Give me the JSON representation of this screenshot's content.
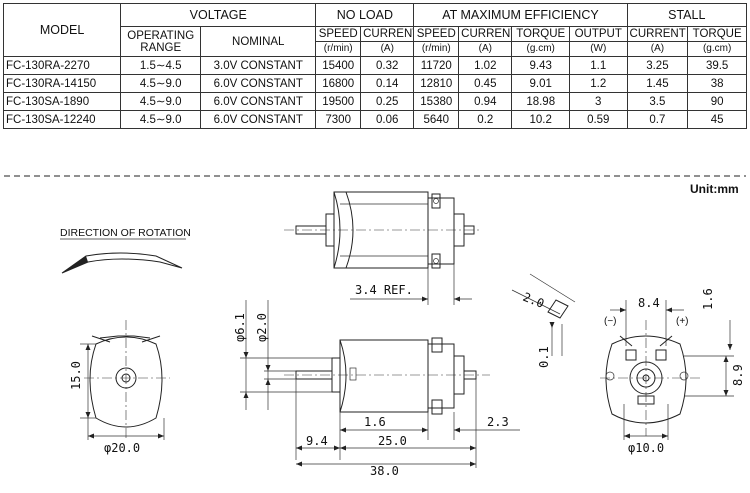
{
  "table": {
    "model_header": "MODEL",
    "groups": {
      "voltage": "VOLTAGE",
      "no_load": "NO LOAD",
      "max_eff": "AT MAXIMUM EFFICIENCY",
      "stall": "STALL"
    },
    "subheaders": {
      "operating_range": "OPERATING RANGE",
      "nominal": "NOMINAL",
      "speed": "SPEED",
      "current": "CURRENT",
      "torque": "TORQUE",
      "output": "OUTPUT"
    },
    "units": {
      "speed": "(r/min)",
      "current": "(A)",
      "torque": "(g.cm)",
      "output": "(W)"
    },
    "rows": [
      [
        "FC-130RA-2270",
        "1.5∼4.5",
        "3.0V CONSTANT",
        "15400",
        "0.32",
        "11720",
        "1.02",
        "9.43",
        "1.1",
        "3.25",
        "39.5"
      ],
      [
        "FC-130RA-14150",
        "4.5∼9.0",
        "6.0V CONSTANT",
        "16800",
        "0.14",
        "12810",
        "0.45",
        "9.01",
        "1.2",
        "1.45",
        "38"
      ],
      [
        "FC-130SA-1890",
        "4.5∼9.0",
        "6.0V CONSTANT",
        "19500",
        "0.25",
        "15380",
        "0.94",
        "18.98",
        "3",
        "3.5",
        "90"
      ],
      [
        "FC-130SA-12240",
        "4.5∼9.0",
        "6.0V CONSTANT",
        "7300",
        "0.06",
        "5640",
        "0.2",
        "10.2",
        "0.59",
        "0.7",
        "45"
      ]
    ]
  },
  "drawing": {
    "unit_label": "Unit:mm",
    "rotation_label": "DIRECTION OF ROTATION",
    "dims": {
      "ref": "3.4  REF.",
      "shaft_dia": "φ2.0",
      "boss_dia": "φ6.1",
      "height": "15.0",
      "body_dia": "φ20.0",
      "d16_front": "1.6",
      "d94": "9.4",
      "d250": "25.0",
      "d23": "2.3",
      "d380": "38.0",
      "d20": "2.0",
      "d01": "0.1",
      "d84": "8.4",
      "d16_right": "1.6",
      "d89": "8.9",
      "end_dia": "φ10.0"
    },
    "terminals": {
      "neg": "(−)",
      "pos": "(+)"
    }
  }
}
